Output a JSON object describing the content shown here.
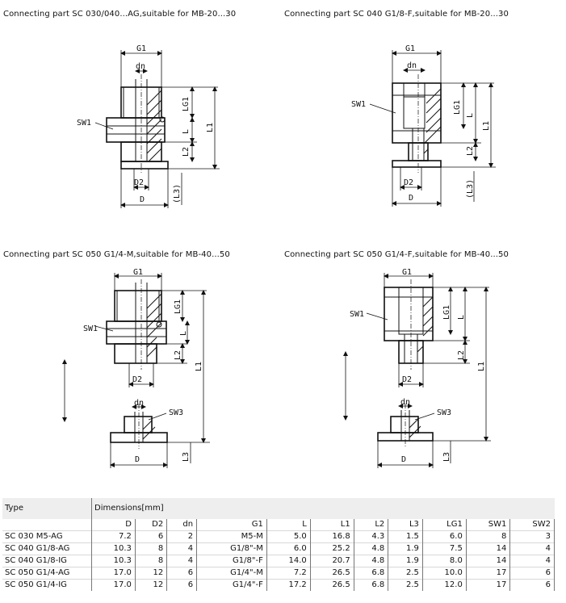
{
  "captions": {
    "p1": "Connecting part SC 030/040...AG,suitable for  MB-20...30",
    "p2": "Connecting part SC 040 G1/8-F,suitable for  MB-20...30",
    "p3": "Connecting part SC 050 G1/4-M,suitable for MB-40...50",
    "p4": "Connecting part SC  050 G1/4-F,suitable for MB-40...50"
  },
  "labels": {
    "g1": "G1",
    "dn": "dn",
    "lg1": "LG1",
    "l": "L",
    "l1": "L1",
    "l2": "L2",
    "l3p": "(L3)",
    "l3": "L3",
    "d": "D",
    "d2": "D2",
    "sw1": "SW1",
    "sw3": "SW3"
  },
  "table": {
    "type_header": "Type",
    "dim_header": "Dimensions[mm]",
    "columns": [
      "D",
      "D2",
      "dn",
      "G1",
      "L",
      "L1",
      "L2",
      "L3",
      "LG1",
      "SW1",
      "SW2"
    ],
    "rows": [
      {
        "type": "SC 030 M5-AG",
        "values": [
          "7.2",
          "6",
          "2",
          "M5-M",
          "5.0",
          "16.8",
          "4.3",
          "1.5",
          "6.0",
          "8",
          "3"
        ]
      },
      {
        "type": "SC 040 G1/8-AG",
        "values": [
          "10.3",
          "8",
          "4",
          "G1/8\"-M",
          "6.0",
          "25.2",
          "4.8",
          "1.9",
          "7.5",
          "14",
          "4"
        ]
      },
      {
        "type": "SC 040 G1/8-IG",
        "values": [
          "10.3",
          "8",
          "4",
          "G1/8\"-F",
          "14.0",
          "20.7",
          "4.8",
          "1.9",
          "8.0",
          "14",
          "4"
        ]
      },
      {
        "type": "SC 050 G1/4-AG",
        "values": [
          "17.0",
          "12",
          "6",
          "G1/4\"-M",
          "7.2",
          "26.5",
          "6.8",
          "2.5",
          "10.0",
          "17",
          "6"
        ]
      },
      {
        "type": "SC 050 G1/4-IG",
        "values": [
          "17.0",
          "12",
          "6",
          "G1/4\"-F",
          "17.2",
          "26.5",
          "6.8",
          "2.5",
          "12.0",
          "17",
          "6"
        ]
      }
    ]
  }
}
